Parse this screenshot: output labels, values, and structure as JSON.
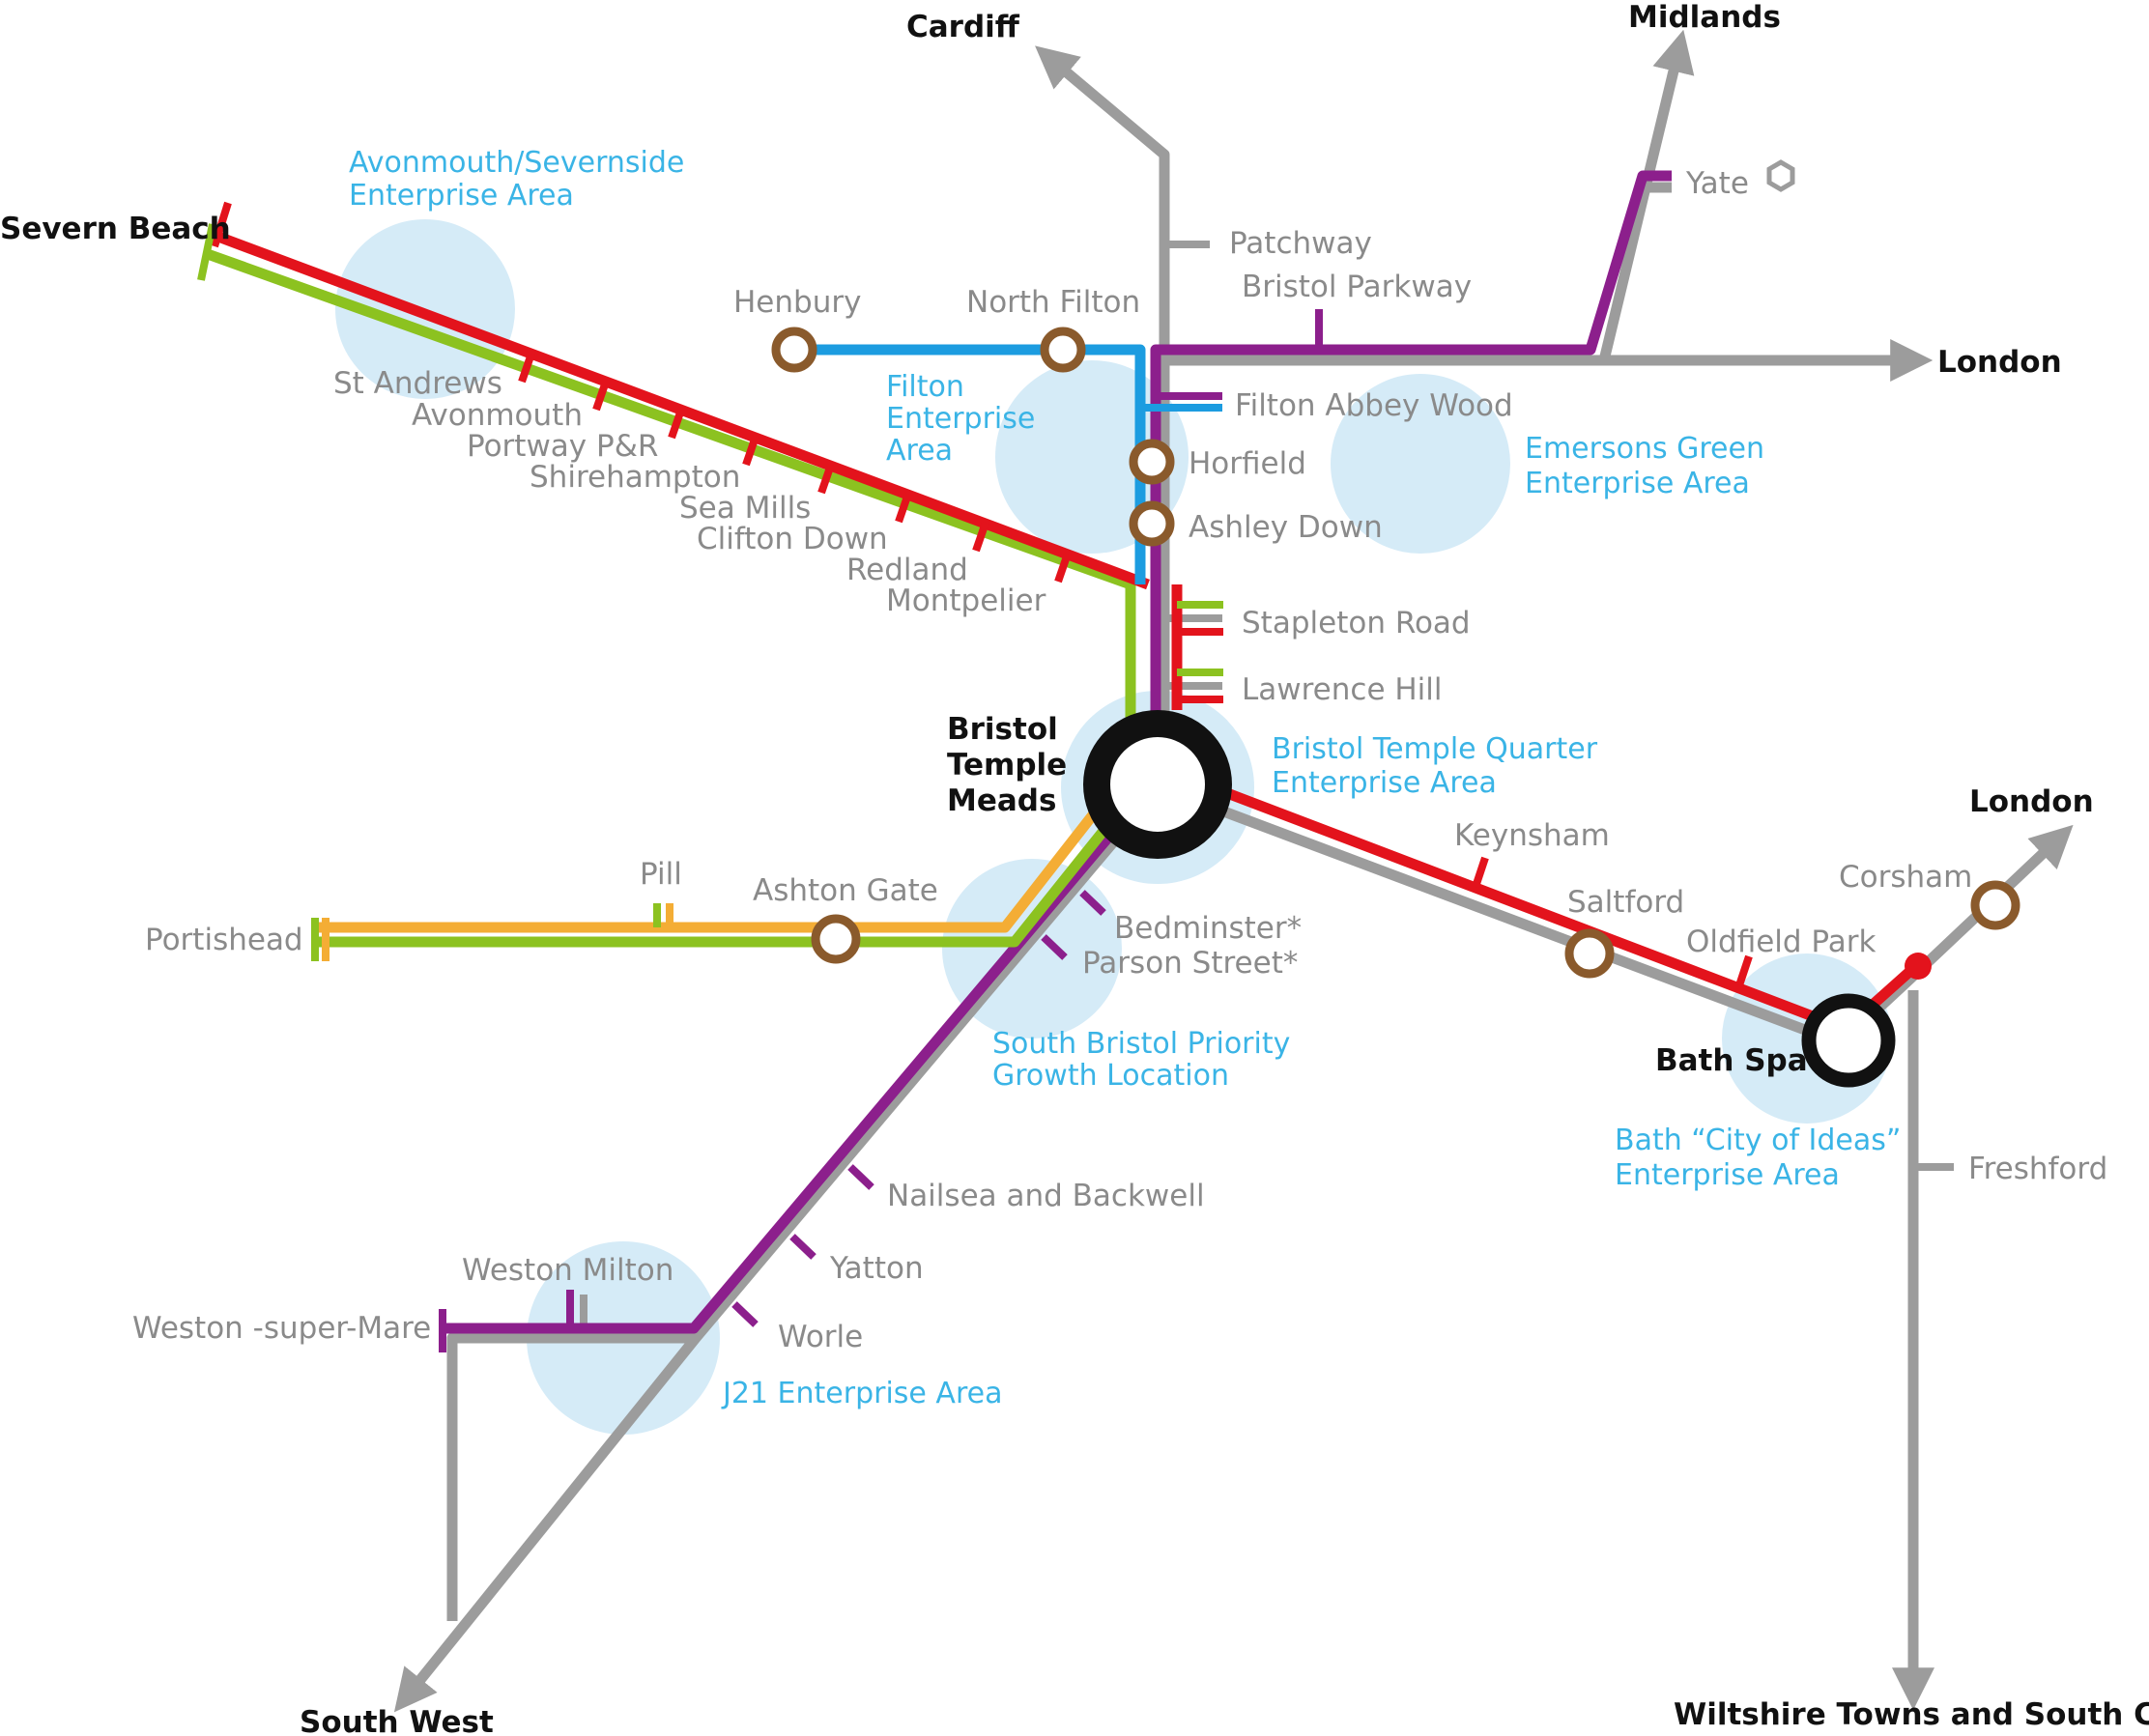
{
  "colors": {
    "grey": "#9c9c9c",
    "red": "#e3131c",
    "green": "#8cc220",
    "blue": "#1c9ce0",
    "purple": "#8c1f8c",
    "orange": "#f4ad35",
    "brown": "#8a5a2c",
    "enterprise_fill": "#d5ebf7",
    "enterprise_text": "#3ab4e6",
    "station_text": "#8a8a8a",
    "destination_text": "#111111"
  },
  "destinations": {
    "cardiff": "Cardiff",
    "midlands": "Midlands",
    "london_north": "London",
    "london_east": "London",
    "south_west": "South West",
    "wiltshire": "Wiltshire Towns and South Coast"
  },
  "hubs": {
    "temple_meads": [
      "Bristol",
      "Temple",
      "Meads"
    ],
    "bath_spa": "Bath Spa"
  },
  "stations": {
    "severn_beach": "Severn Beach",
    "st_andrews": "St Andrews",
    "avonmouth": "Avonmouth",
    "portway": "Portway P&R",
    "shirehampton": "Shirehampton",
    "sea_mills": "Sea Mills",
    "clifton_down": "Clifton Down",
    "redland": "Redland",
    "montpelier": "Montpelier",
    "henbury": "Henbury",
    "north_filton": "North Filton",
    "patchway": "Patchway",
    "bristol_parkway": "Bristol Parkway",
    "yate": "Yate",
    "filton_abbey_wood": "Filton Abbey Wood",
    "horfield": "Horfield",
    "ashley_down": "Ashley Down",
    "stapleton_road": "Stapleton Road",
    "lawrence_hill": "Lawrence Hill",
    "keynsham": "Keynsham",
    "saltford": "Saltford",
    "oldfield_park": "Oldfield Park",
    "corsham": "Corsham",
    "freshford": "Freshford",
    "pill": "Pill",
    "portishead": "Portishead",
    "ashton_gate": "Ashton Gate",
    "bedminster": "Bedminster*",
    "parson_street": "Parson Street*",
    "nailsea": "Nailsea and Backwell",
    "yatton": "Yatton",
    "worle": "Worle",
    "weston_milton": "Weston Milton",
    "weston_super_mare": "Weston -super-Mare"
  },
  "enterprise_areas": {
    "avonmouth": [
      "Avonmouth/Severnside",
      "Enterprise Area"
    ],
    "filton": [
      "Filton",
      "Enterprise",
      "Area"
    ],
    "emersons_green": [
      "Emersons Green",
      "Enterprise Area"
    ],
    "temple_quarter": [
      "Bristol Temple Quarter",
      "Enterprise Area"
    ],
    "south_bristol": [
      "South Bristol Priority",
      "Growth Location"
    ],
    "bath": [
      "Bath “City of Ideas”",
      "Enterprise Area"
    ],
    "j21": [
      "J21 Enterprise Area"
    ]
  }
}
